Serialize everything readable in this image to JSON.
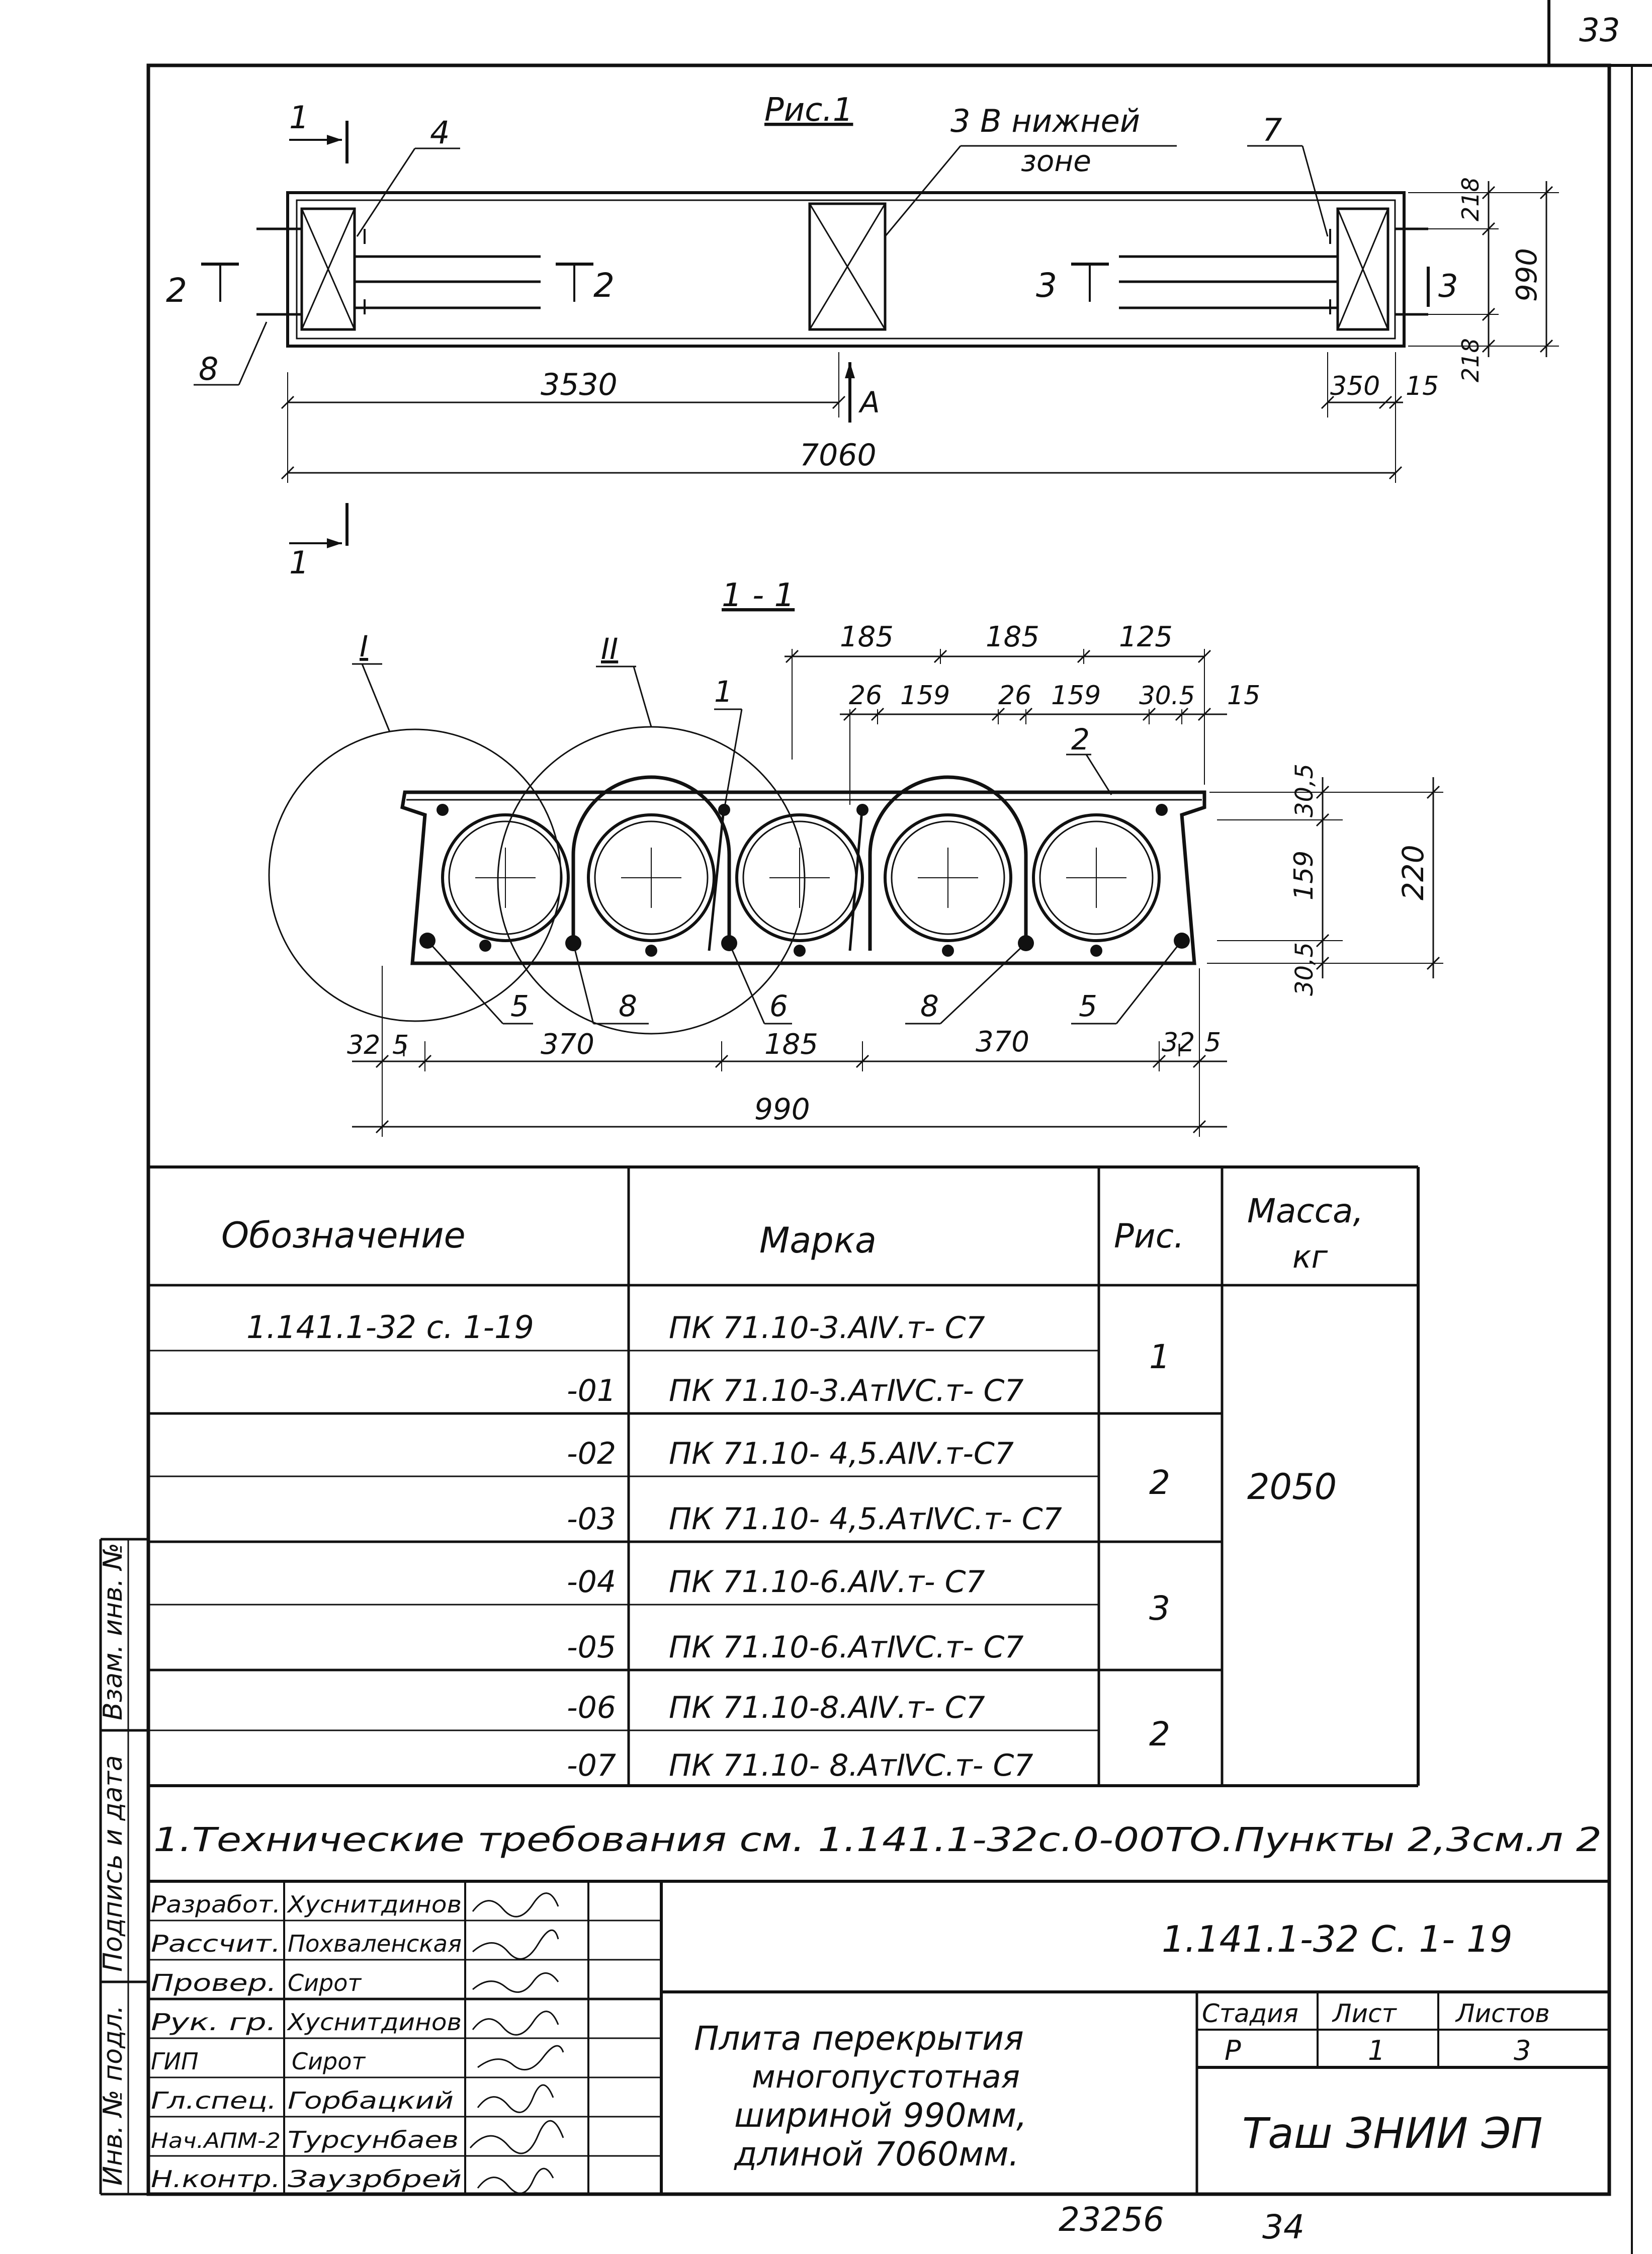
{
  "page_number": "33",
  "fig_title": "Рис.1",
  "plan": {
    "callout_lower_zone_1": "3 В нижней",
    "callout_lower_zone_2": "зоне",
    "callout_4": "4",
    "callout_7": "7",
    "callout_8": "8",
    "section_1_top": "1",
    "section_1_bottom": "1",
    "section_2_left": "2",
    "section_2_right": "2",
    "section_3_left": "3",
    "section_3_right": "3",
    "dim_3530": "3530",
    "dim_7060": "7060",
    "dim_350": "350",
    "dim_15": "15",
    "dim_218_top": "218",
    "dim_218_bottom": "218",
    "dim_990": "990",
    "label_a": "А"
  },
  "section": {
    "title": "1 - 1",
    "node_I": "I",
    "node_II": "II",
    "callout_1": "1",
    "callout_2": "2",
    "callout_5_left": "5",
    "callout_5_right": "5",
    "callout_6": "6",
    "callout_8_left": "8",
    "callout_8_right": "8",
    "top_dim_185_a": "185",
    "top_dim_185_b": "185",
    "top_dim_125": "125",
    "top_dim_26_a": "26",
    "top_dim_159_a": "159",
    "top_dim_26_b": "26",
    "top_dim_159_b": "159",
    "top_dim_305": "30.5",
    "top_dim_15": "15",
    "right_dim_305_top": "30,5",
    "right_dim_159": "159",
    "right_dim_305_bottom": "30,5",
    "right_dim_220": "220",
    "bottom_dim_325_left": "32",
    "bottom_dim_5_left": "5",
    "bottom_dim_370_left": "370",
    "bottom_dim_185": "185",
    "bottom_dim_370_right": "370",
    "bottom_dim_325_right": "32",
    "bottom_dim_5_right": "5",
    "bottom_dim_990": "990"
  },
  "spec_table": {
    "headers": {
      "designation": "Обозначение",
      "mark": "Марка",
      "fig": "Рис.",
      "mass_1": "Масса,",
      "mass_2": "кг"
    },
    "rows": [
      {
        "designation": "1.141.1-32 с. 1-19",
        "mark": "ПК 71.10-3.АⅣ.т- С7"
      },
      {
        "designation": "-01",
        "mark": "ПК 71.10-3.АтⅣС.т- С7"
      },
      {
        "designation": "-02",
        "mark": "ПК 71.10- 4,5.АⅣ.т-С7"
      },
      {
        "designation": "-03",
        "mark": "ПК 71.10- 4,5.АтⅣС.т- С7"
      },
      {
        "designation": "-04",
        "mark": "ПК 71.10-6.АⅣ.т- С7"
      },
      {
        "designation": "-05",
        "mark": "ПК 71.10-6.АтⅣС.т- С7"
      },
      {
        "designation": "-06",
        "mark": "ПК 71.10-8.АⅣ.т- С7"
      },
      {
        "designation": "-07",
        "mark": "ПК 71.10- 8.АтⅣС.т- С7"
      }
    ],
    "fig_groups": [
      "1",
      "2",
      "3",
      "2"
    ],
    "mass": "2050"
  },
  "note": "1.Технические требования см. 1.141.1-32с.0-00ТО.Пункты 2,3см.л 2",
  "side_labels": {
    "inv_orig": "Инв. № подл.",
    "sign_date": "Подпись и дата",
    "inv_repl": "Взам. инв. №"
  },
  "title_block": {
    "code": "1.141.1-32 С. 1- 19",
    "name_1": "Плита перекрытия",
    "name_2": "многопустотная",
    "name_3": "шириной 990мм,",
    "name_4": "длиной 7060мм.",
    "stage_label": "Стадия",
    "sheet_label": "Лист",
    "sheets_label": "Листов",
    "stage": "Р",
    "sheet": "1",
    "sheets": "3",
    "org": "Таш ЗНИИ ЭП",
    "staff": [
      {
        "role": "Разработ.",
        "name": "Хуснитдинов"
      },
      {
        "role": "Рассчит.",
        "name": "Похваленская"
      },
      {
        "role": "Провер.",
        "name": "Сирот"
      },
      {
        "role": "Рук. гр.",
        "name": "Хуснитдинов"
      },
      {
        "role": "ГИП",
        "name": "Сирот"
      },
      {
        "role": "Гл.спец.",
        "name": "Горбацкий"
      },
      {
        "role": "Нач.АПМ-2",
        "name": "Турсунбаев"
      },
      {
        "role": "Н.контр.",
        "name": "Заузрбрей"
      }
    ]
  },
  "footer": {
    "order_no": "23256",
    "copy_no": "34"
  }
}
